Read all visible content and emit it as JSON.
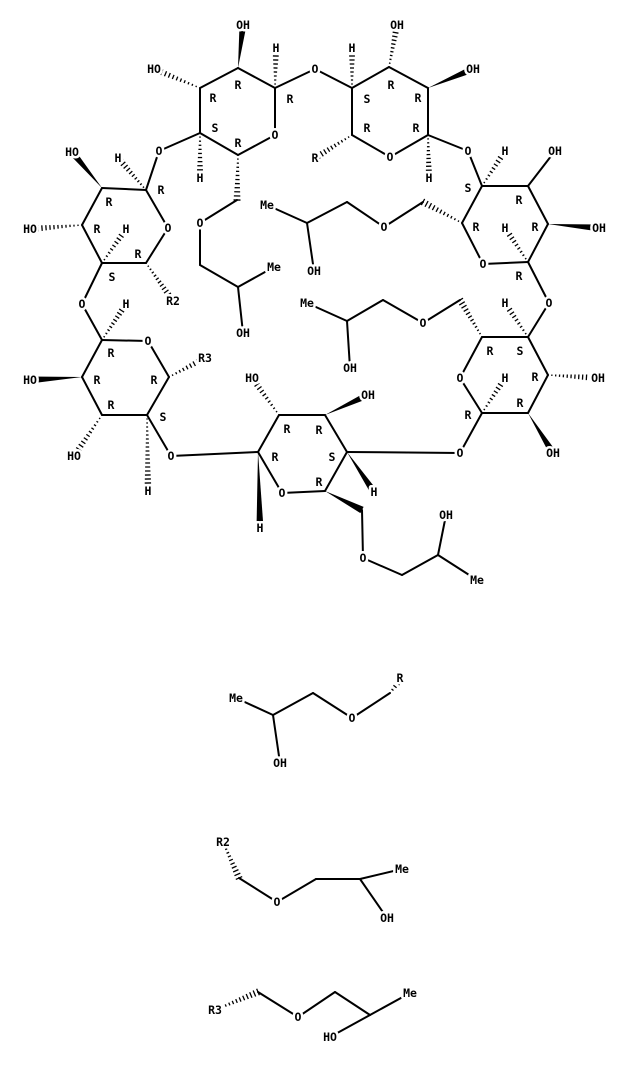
{
  "line_color": "#000000",
  "background": "#ffffff",
  "labels": [
    "OH",
    "HO",
    "H",
    "O",
    "R",
    "R",
    "R",
    "O",
    "S",
    "R",
    "O",
    "H",
    "O",
    "Me",
    "OH",
    "R",
    "R",
    "R",
    "S",
    "R",
    "O",
    "HO",
    "H",
    "HO",
    "H",
    "R2",
    "O",
    "R",
    "O",
    "R",
    "S",
    "R",
    "R",
    "H",
    "HO",
    "HO",
    "H",
    "R3",
    "O",
    "R",
    "H",
    "O",
    "R",
    "HO",
    "R",
    "OH",
    "S",
    "H",
    "R",
    "O",
    "OH",
    "Me",
    "O",
    "R",
    "O",
    "R",
    "S",
    "R",
    "R",
    "H",
    "OH",
    "OH",
    "H",
    "O",
    "O",
    "Me",
    "OH",
    "R",
    "O",
    "R",
    "S",
    "R",
    "R",
    "H",
    "OH",
    "OH",
    "H",
    "O",
    "O",
    "OH",
    "Me",
    "R",
    "O",
    "R",
    "S",
    "R",
    "R",
    "H",
    "H",
    "OH",
    "OH",
    "R",
    "R",
    "Me",
    "OH",
    "O",
    "R2",
    "O",
    "Me",
    "OH",
    "R3",
    "O",
    "Me",
    "HO"
  ]
}
